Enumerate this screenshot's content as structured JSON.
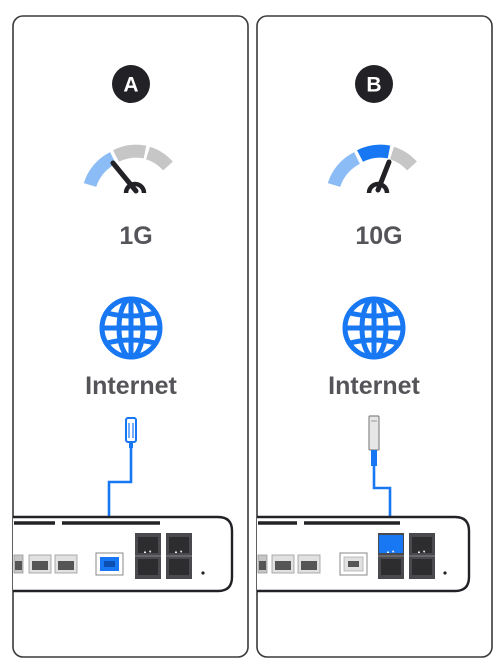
{
  "colors": {
    "accent_blue": "#1877f2",
    "light_blue": "#8bbcf5",
    "gray_light": "#c6c6c6",
    "dark": "#222226",
    "text": "#545459",
    "panel_border": "#3a3a3a"
  },
  "panels": [
    {
      "badge": "A",
      "speed_label": "1G",
      "internet_label": "Internet",
      "gauge_level": "low",
      "connector_icon": "rj45-connector-icon",
      "port_used": "rj45"
    },
    {
      "badge": "B",
      "speed_label": "10G",
      "internet_label": "Internet",
      "gauge_level": "medium",
      "connector_icon": "sfp-module-icon",
      "port_used": "sfp"
    }
  ],
  "icons": [
    "speedometer-icon",
    "globe-icon",
    "rj45-connector-icon",
    "sfp-module-icon",
    "switch-device-icon"
  ]
}
